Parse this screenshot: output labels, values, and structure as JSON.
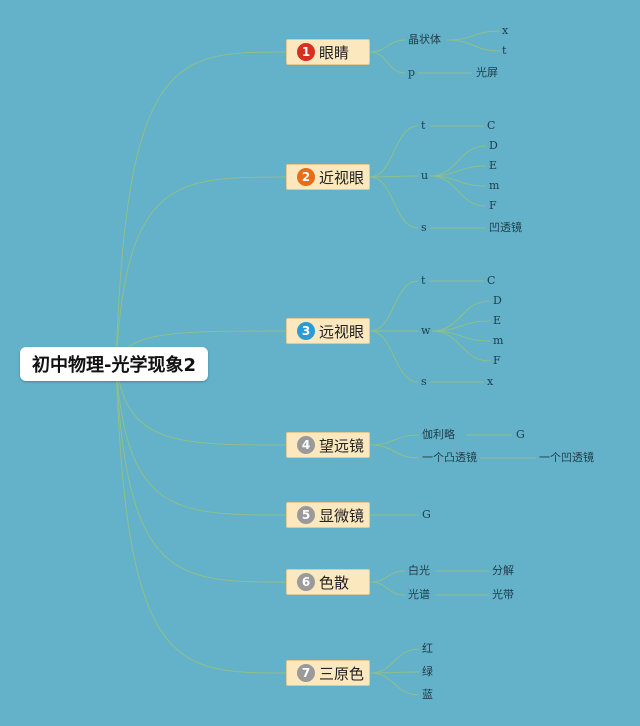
{
  "colors": {
    "background": "#63b2c9",
    "line": "#8fbf8a",
    "branch_fill": "#fbe8bf",
    "badge_red": "#d7301f",
    "badge_orange": "#e86c1a",
    "badge_blue": "#2b9bd8",
    "badge_gray": "#9a9a9a"
  },
  "root": {
    "label": "初中物理-光学现象2"
  },
  "branches": [
    {
      "num": "1",
      "label": "眼睛",
      "badge_color": "badge_red"
    },
    {
      "num": "2",
      "label": "近视眼",
      "badge_color": "badge_orange"
    },
    {
      "num": "3",
      "label": "远视眼",
      "badge_color": "badge_blue"
    },
    {
      "num": "4",
      "label": "望远镜",
      "badge_color": "badge_gray"
    },
    {
      "num": "5",
      "label": "显微镜",
      "badge_color": "badge_gray"
    },
    {
      "num": "6",
      "label": "色散",
      "badge_color": "badge_gray"
    },
    {
      "num": "7",
      "label": "三原色",
      "badge_color": "badge_gray"
    }
  ],
  "leaves": {
    "b1": {
      "a": "晶状体",
      "a1": "x",
      "a2": "t",
      "b": "p",
      "b1": "光屏"
    },
    "b2": {
      "t": "t",
      "t1": "C",
      "u": "u",
      "u1": "D",
      "u2": "E",
      "u3": "m",
      "u4": "F",
      "s": "s",
      "s1": "凹透镜"
    },
    "b3": {
      "t": "t",
      "t1": "C",
      "w": "w",
      "w1": "D",
      "w2": "E",
      "w3": "m",
      "w4": "F",
      "s": "s",
      "s1": "x"
    },
    "b4": {
      "a": "伽利略",
      "a1": "G",
      "b": "一个凸透镜",
      "b1": "一个凹透镜"
    },
    "b5": {
      "a": "G"
    },
    "b6": {
      "a": "白光",
      "a1": "分解",
      "b": "光谱",
      "b1": "光带"
    },
    "b7": {
      "a": "红",
      "b": "绿",
      "c": "蓝"
    }
  }
}
